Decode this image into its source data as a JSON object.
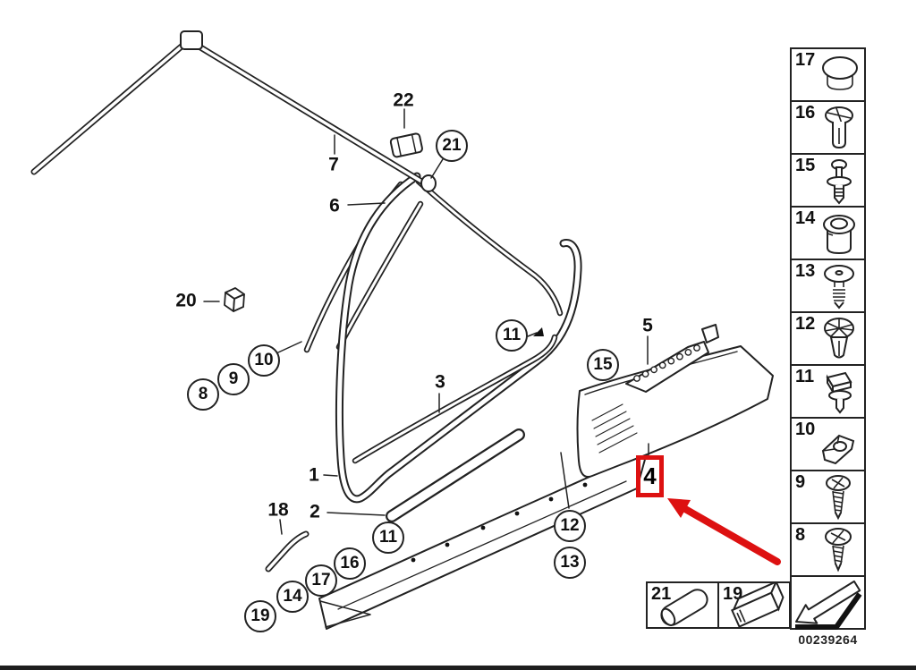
{
  "doc_number": "00239264",
  "colors": {
    "line": "#222222",
    "accent_red": "#dd1111",
    "background": "#ffffff"
  },
  "highlight": {
    "label": "4"
  },
  "callouts": {
    "c1": {
      "label": "1"
    },
    "c2": {
      "label": "2"
    },
    "c3": {
      "label": "3"
    },
    "c5": {
      "label": "5"
    },
    "c6": {
      "label": "6"
    },
    "c7": {
      "label": "7"
    },
    "c18": {
      "label": "18"
    },
    "c20": {
      "label": "20"
    },
    "c22": {
      "label": "22"
    },
    "c21": {
      "label": "21"
    },
    "c8": {
      "label": "8"
    },
    "c9": {
      "label": "9"
    },
    "c10": {
      "label": "10"
    },
    "c11a": {
      "label": "11"
    },
    "c11b": {
      "label": "11"
    },
    "c12": {
      "label": "12"
    },
    "c13": {
      "label": "13"
    },
    "c14": {
      "label": "14"
    },
    "c15": {
      "label": "15"
    },
    "c16": {
      "label": "16"
    },
    "c17": {
      "label": "17"
    },
    "c19": {
      "label": "19"
    }
  },
  "legend": {
    "cells": [
      {
        "label": "17",
        "icon": "cap-plug-icon"
      },
      {
        "label": "16",
        "icon": "expanding-rivet-icon"
      },
      {
        "label": "15",
        "icon": "pin-rivet-icon"
      },
      {
        "label": "14",
        "icon": "grommet-icon"
      },
      {
        "label": "13",
        "icon": "flat-head-screw-icon"
      },
      {
        "label": "12",
        "icon": "star-clip-icon"
      },
      {
        "label": "11",
        "icon": "nut-clip-icon"
      },
      {
        "label": "10",
        "icon": "sheet-clamp-icon"
      },
      {
        "label": "9",
        "icon": "tapping-screw-icon"
      },
      {
        "label": "8",
        "icon": "tapping-screw-icon"
      }
    ],
    "bottom": [
      {
        "label": "21",
        "icon": "cylinder-plug-icon"
      },
      {
        "label": "19",
        "icon": "channel-clip-icon"
      }
    ]
  }
}
